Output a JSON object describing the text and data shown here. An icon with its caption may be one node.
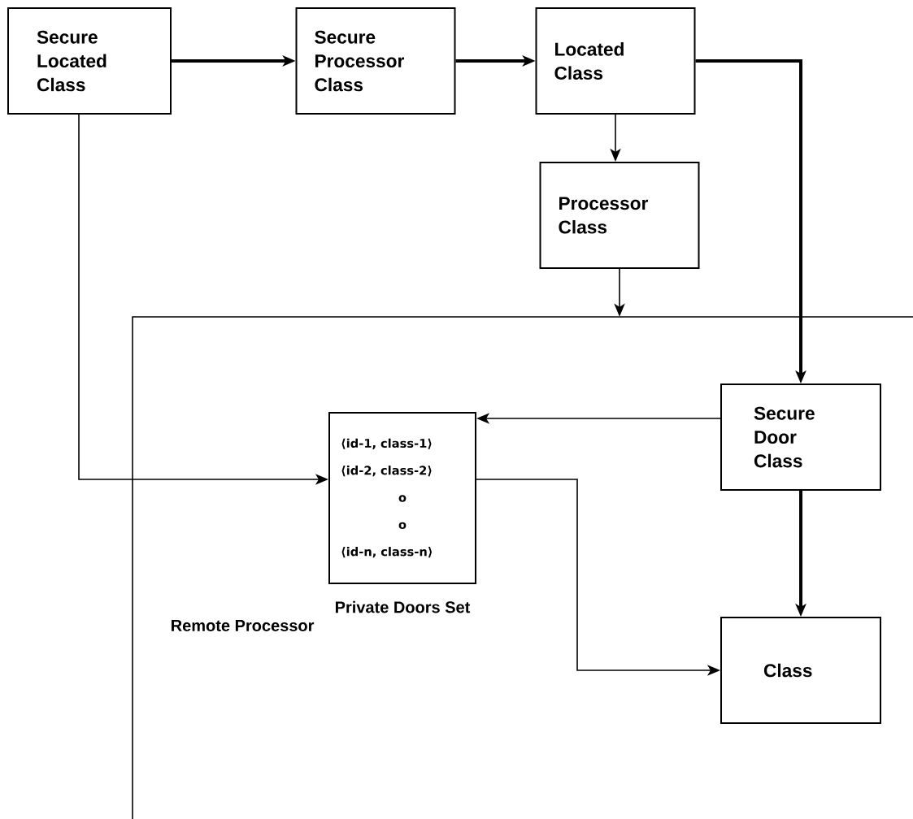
{
  "diagram": {
    "nodes": [
      {
        "text": [
          "Secure Located Class"
        ]
      },
      {
        "text": [
          "Secure Processor Class"
        ]
      },
      {
        "text": [
          "Located Class"
        ]
      },
      {
        "text": [
          "Processor Class"
        ]
      },
      {
        "text": [
          "Remote Processor"
        ]
      },
      {
        "text": [
          "⟨id-1, class-1⟩",
          "⟨id-2, class-2⟩",
          "o",
          "o",
          "⟨id-n, class-n⟩"
        ],
        "beside": [
          "Private Doors Set"
        ],
        "in": 4
      },
      {
        "text": [
          "Secure Door Class"
        ],
        "in": 4
      },
      {
        "text": [
          "Class"
        ],
        "in": 4
      }
    ],
    "edges": [
      {
        "from": 0,
        "to": 1,
        "arrow": "to",
        "style": "thick"
      },
      {
        "from": 1,
        "to": 2,
        "arrow": "to",
        "style": "thick"
      },
      {
        "from": 2,
        "to": 3,
        "arrow": "to"
      },
      {
        "from": 3,
        "to": 4,
        "arrow": "to"
      },
      {
        "from": 2,
        "to": 6,
        "arrow": "to",
        "style": "thick"
      },
      {
        "from": 0,
        "to": 5,
        "arrow": "to"
      },
      {
        "from": 6,
        "to": 5,
        "arrow": "to"
      },
      {
        "from": 5,
        "to": 7,
        "arrow": "to"
      },
      {
        "from": 6,
        "to": 7,
        "arrow": "to",
        "style": "thick"
      }
    ]
  }
}
